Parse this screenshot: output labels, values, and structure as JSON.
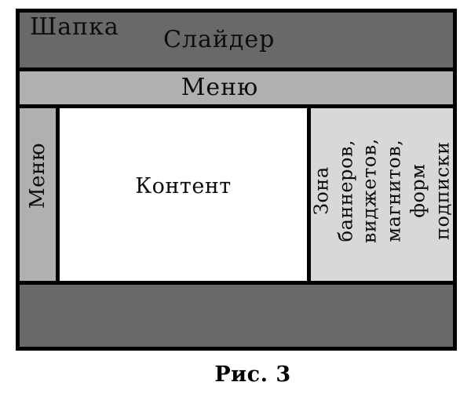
{
  "figure": {
    "caption": "Рис. 3"
  },
  "layout": {
    "header_label": "Шапка",
    "slider_label": "Слайдер",
    "top_menu_label": "Меню",
    "side_menu_label": "Меню",
    "content_label": "Контент",
    "banner_zone_label": "Зона баннеров,\nвиджетов,\nмагнитов,\nформ\nподписки",
    "footer_label": ""
  },
  "colors": {
    "dark_band": "#696969",
    "menu_band": "#b0b0b0",
    "banner_zone_bg": "#d8d8d8",
    "content_bg": "#ffffff",
    "border": "#000000",
    "text": "#0d0d0d"
  }
}
